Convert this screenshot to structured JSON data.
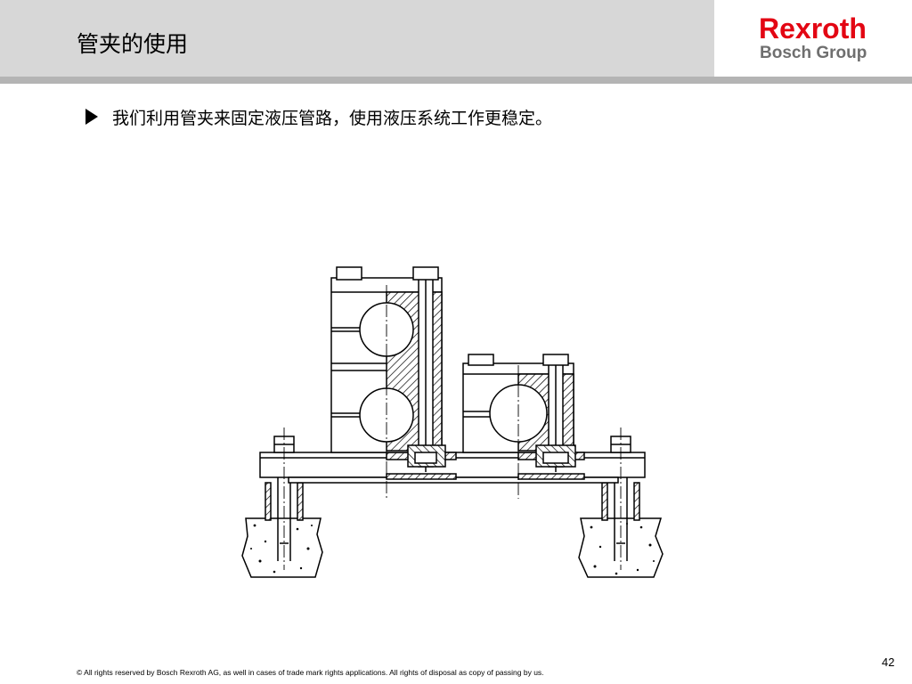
{
  "slide": {
    "title": "管夹的使用",
    "bullet_text": "我们利用管夹来固定液压管路，使用液压系统工作更稳定。"
  },
  "logo": {
    "brand": "Rexroth",
    "sub": "Bosch Group",
    "brand_color": "#e30613",
    "sub_color": "#6f6f6f"
  },
  "colors": {
    "title_bar": "#d7d7d7",
    "rule": "#b4b4b4"
  },
  "footer": {
    "copyright": "© All rights reserved by Bosch Rexroth AG, as well in cases of trade mark rights applications. All rights of disposal as copy of passing by us.",
    "page_number": "42"
  }
}
